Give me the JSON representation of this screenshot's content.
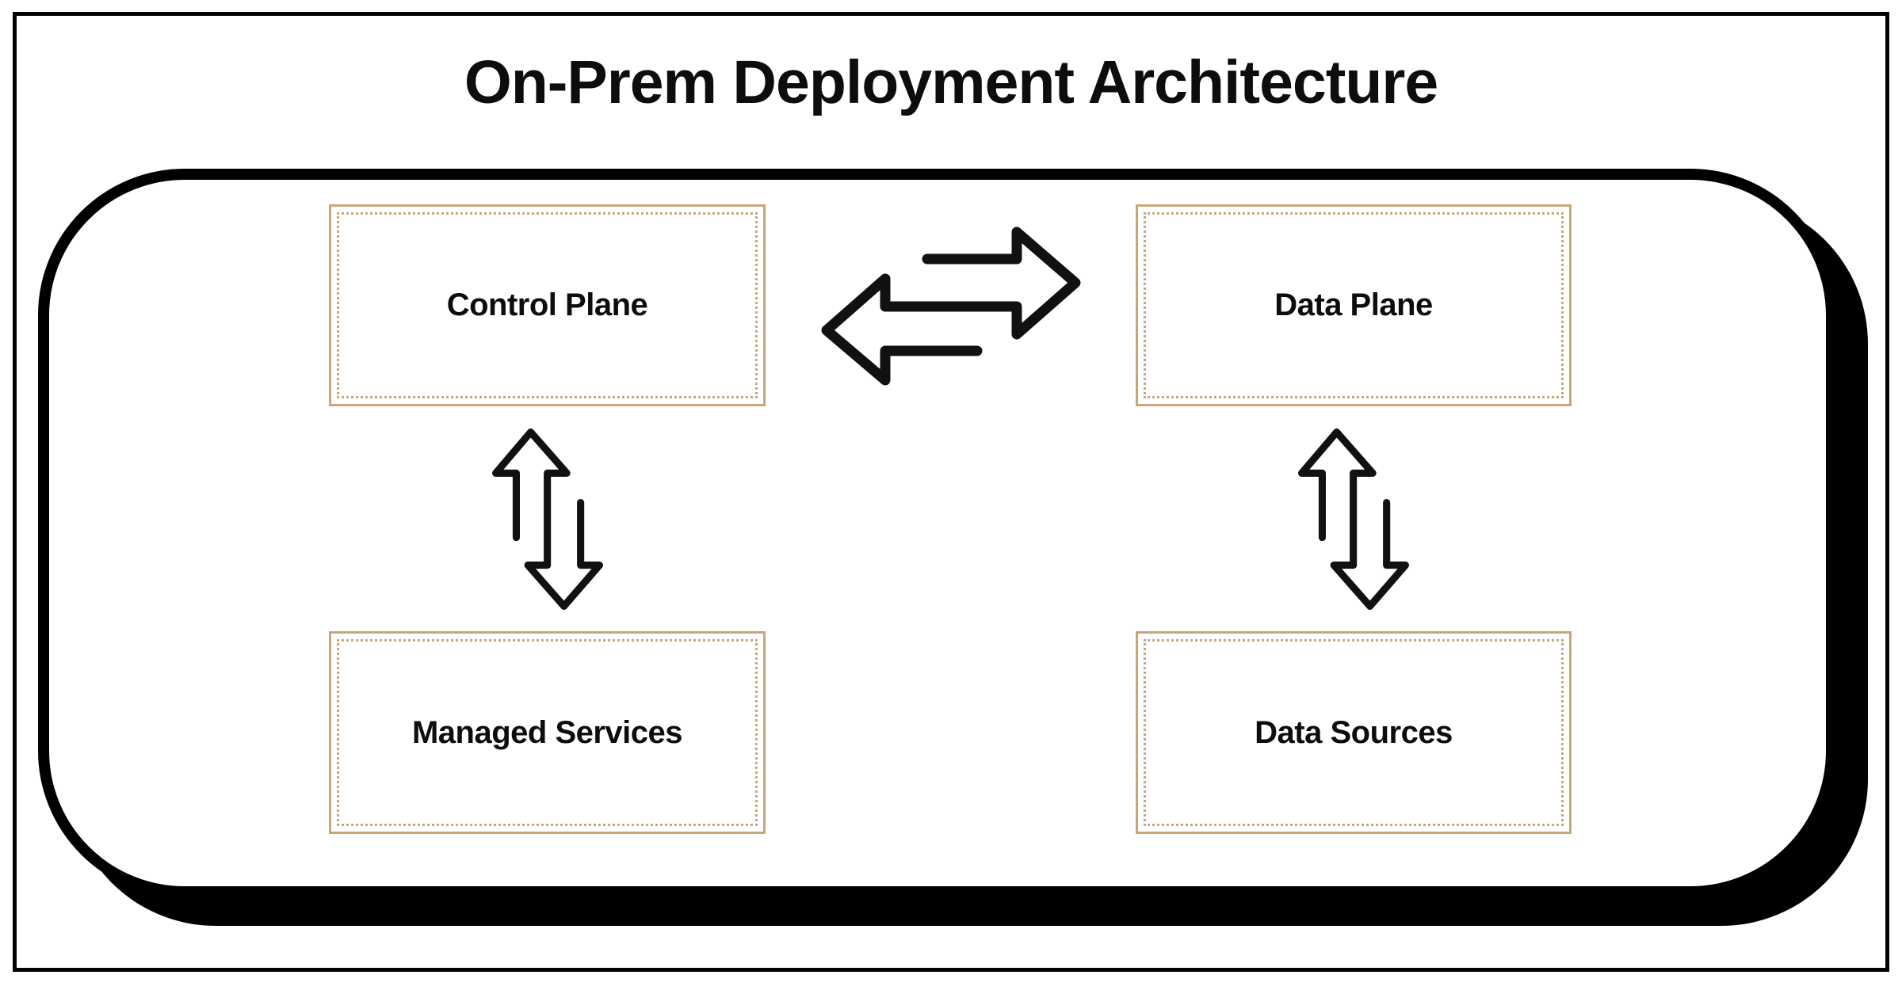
{
  "diagram": {
    "title": "On-Prem Deployment Architecture",
    "nodes": [
      {
        "id": "control-plane",
        "label": "Control Plane"
      },
      {
        "id": "data-plane",
        "label": "Data Plane"
      },
      {
        "id": "managed-services",
        "label": "Managed Services"
      },
      {
        "id": "data-sources",
        "label": "Data Sources"
      }
    ],
    "edges": [
      {
        "from": "Control Plane",
        "to": "Data Plane",
        "type": "bidirectional"
      },
      {
        "from": "Control Plane",
        "to": "Managed Services",
        "type": "bidirectional"
      },
      {
        "from": "Data Plane",
        "to": "Data Sources",
        "type": "bidirectional"
      }
    ],
    "colors": {
      "node_border": "#C8A679",
      "outline": "#000000",
      "arrow": "#111111",
      "text": "#0d0d0d",
      "background": "#FFFFFF"
    }
  }
}
